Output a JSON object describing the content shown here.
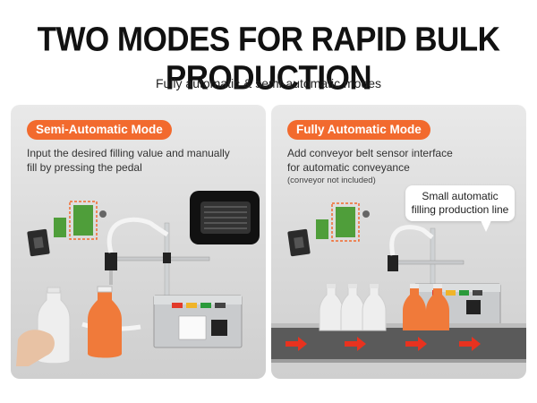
{
  "headline": "TWO MODES FOR RAPID BULK PRODUCTION",
  "subheadline": "Fully automatic & semi-automatic modes",
  "semi_mode": {
    "title": "Semi-Automatic Mode",
    "desc_line1": "Input the desired filling value and manually",
    "desc_line2": "fill by pressing the pedal"
  },
  "auto_mode": {
    "title": "Fully Automatic Mode",
    "desc_line1": "Add conveyor belt sensor interface",
    "desc_line2": "for automatic conveyance",
    "note": "(conveyor not included)",
    "callout_line1": "Small automatic",
    "callout_line2": "filling production line"
  },
  "colors": {
    "accent": "#f26a2e",
    "juice": "#f07a3a",
    "arrow": "#e8321f"
  }
}
